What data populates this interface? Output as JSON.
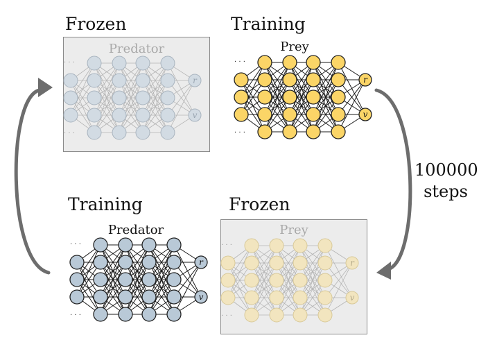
{
  "cycle": {
    "steps_value": "100000",
    "steps_unit": "steps"
  },
  "quadrants": [
    {
      "id": "predator-frozen",
      "state": "Frozen",
      "network": "Predator",
      "frozen": true,
      "fill": "#d2dbe3",
      "stroke": "#a9b4bf",
      "edge_color": "#b5b5b5",
      "title_color": "#a8a8a8",
      "output_text_color": "#9aa6b2"
    },
    {
      "id": "prey-training",
      "state": "Training",
      "network": "Prey",
      "frozen": false,
      "fill": "#fbd567",
      "stroke": "#222222",
      "edge_color": "#1a1a1a",
      "title_color": "#111111",
      "output_text_color": "#111111"
    },
    {
      "id": "predator-training",
      "state": "Training",
      "network": "Predator",
      "frozen": false,
      "fill": "#b9c9d7",
      "stroke": "#222222",
      "edge_color": "#1a1a1a",
      "title_color": "#111111",
      "output_text_color": "#111111"
    },
    {
      "id": "prey-frozen",
      "state": "Frozen",
      "network": "Prey",
      "frozen": true,
      "fill": "#f2e5bf",
      "stroke": "#d8c999",
      "edge_color": "#b5b5b5",
      "title_color": "#a8a8a8",
      "output_text_color": "#b3a888"
    }
  ],
  "outputs": [
    "r",
    "v"
  ],
  "ellipsis": ". . .",
  "colors": {
    "arrow": "#6d6d6d",
    "frozen_panel_bg": "#ececec",
    "frozen_panel_border": "#8a8a8a"
  }
}
